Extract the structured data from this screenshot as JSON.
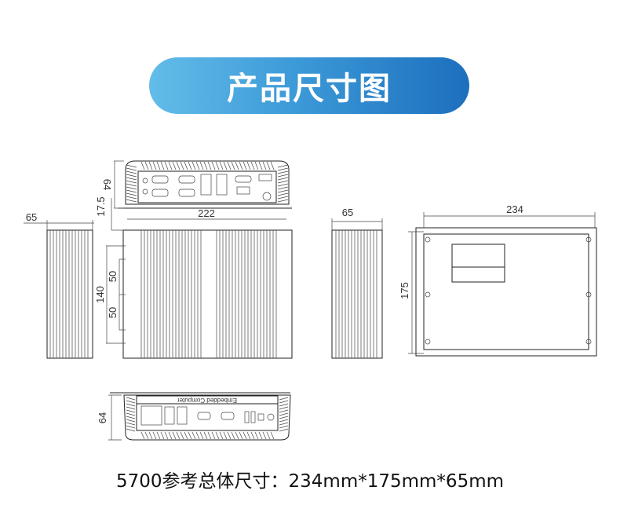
{
  "header": {
    "title": "产品尺寸图",
    "color_start": "#63bde9",
    "color_end": "#1c6fbd"
  },
  "views": {
    "front": {
      "height": "64",
      "offset": "17.5"
    },
    "top": {
      "width": "222",
      "depth": "140",
      "spacing_1": "50",
      "spacing_2": "50"
    },
    "side_left": {
      "height": "65"
    },
    "side_right": {
      "height": "65"
    },
    "bottom": {
      "width": "234",
      "depth": "175"
    },
    "rear": {
      "height": "64",
      "logo_text": "Embedded Computer"
    }
  },
  "caption": "5700参考总体尺寸：234mm*175mm*65mm"
}
